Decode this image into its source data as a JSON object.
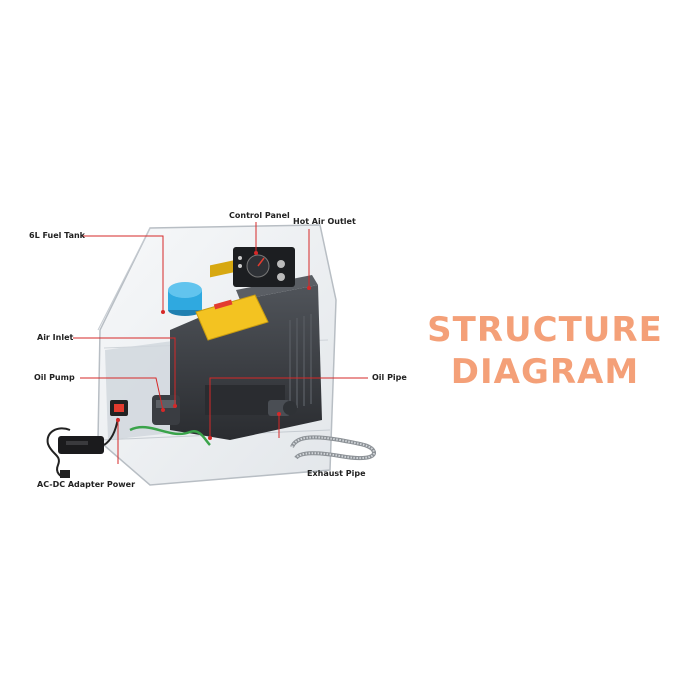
{
  "headline": {
    "line1": "STRUCTURE",
    "line2": "DIAGRAM",
    "color": "#f4a078"
  },
  "callouts": {
    "fuel_tank": "6L Fuel Tank",
    "control_panel": "Control Panel",
    "hot_air_outlet": "Hot Air Outlet",
    "air_inlet": "Air Inlet",
    "oil_pump": "Oil Pump",
    "oil_pipe": "Oil Pipe",
    "adapter": "AC-DC Adapter Power",
    "exhaust_pipe": "Exhaust Pipe"
  },
  "colors": {
    "leader_line": "#d62828",
    "handle": "#f3c321",
    "fuel_cap": "#2fa9e0",
    "heater_body": "#3a3d42",
    "case": "#e6eaee",
    "fuel_pipe": "#3aa34a"
  }
}
